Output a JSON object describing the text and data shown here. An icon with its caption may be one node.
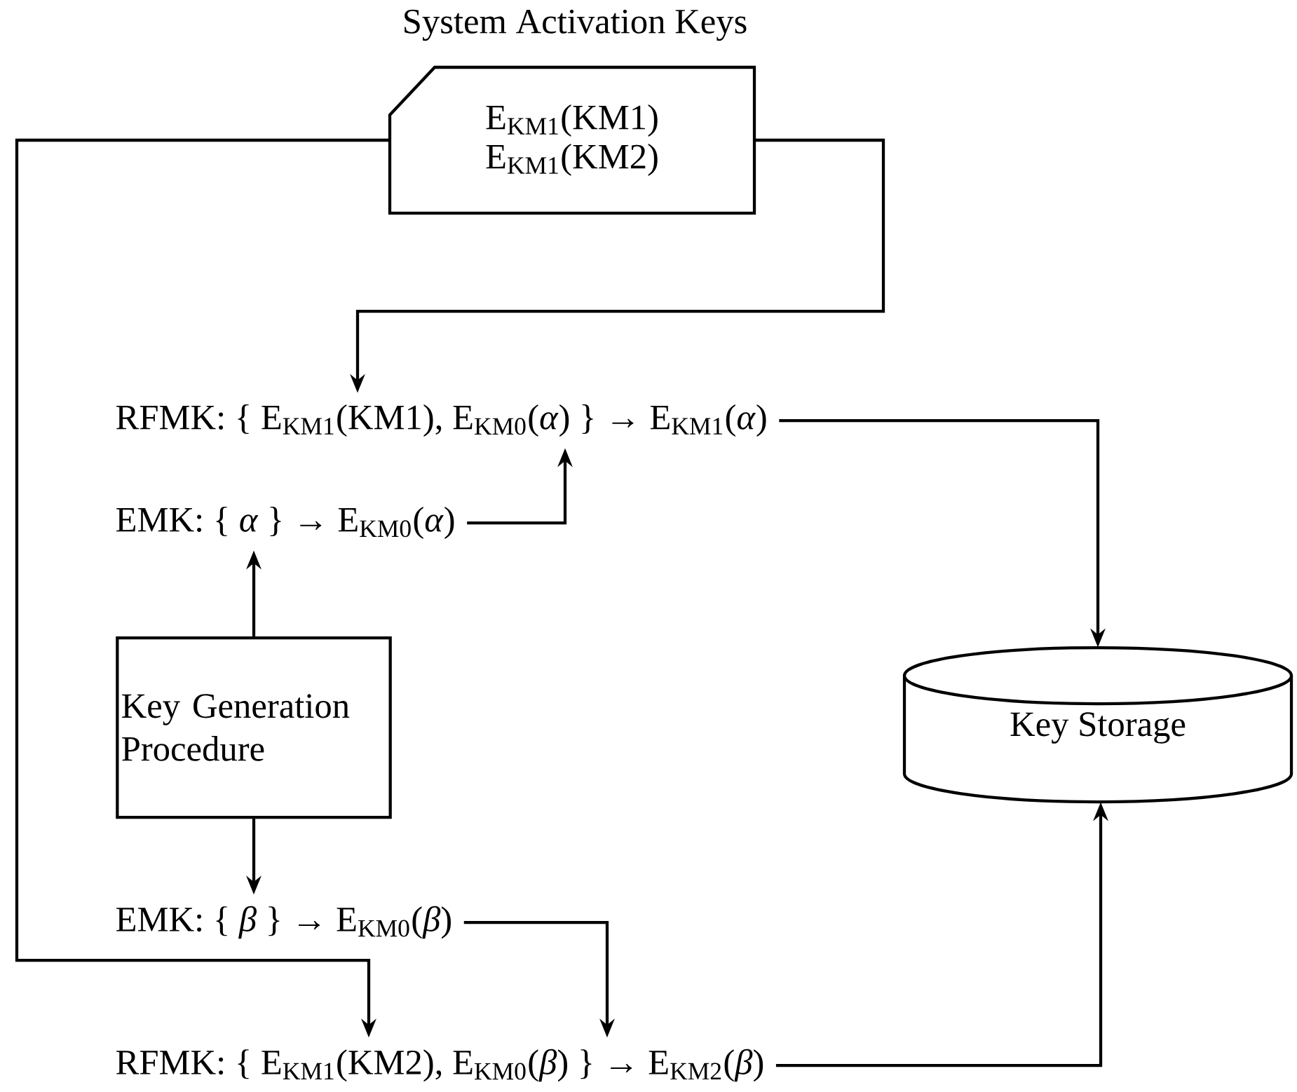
{
  "diagram": {
    "nodes": [
      {
        "text": [
          "System Activation Keys",
          "E$_{KM1}$(KM1)",
          "E$_{KM1}$(KM2)"
        ]
      },
      {
        "text": [
          "RFMK: { E$_{KM1}$(KM1), E$_{KM0}$(*α*) } → E$_{KM1}$(*α*)"
        ]
      },
      {
        "text": [
          "EMK: { *α* } → E$_{KM0}$(*α*)"
        ]
      },
      {
        "text": [
          "Key Generation Procedure"
        ]
      },
      {
        "text": [
          "Key Storage"
        ]
      },
      {
        "text": [
          "EMK: { *β* } → E$_{KM0}$(*β*)"
        ]
      },
      {
        "text": [
          "RFMK: { E$_{KM1}$(KM2), E$_{KM0}$(*β*) } → E$_{KM2}$(*β*)"
        ]
      }
    ],
    "edges": [
      {
        "from": 0,
        "to": 1,
        "arrow": "to"
      },
      {
        "from": 0,
        "to": 6,
        "arrow": "to"
      },
      {
        "from": 2,
        "to": 1,
        "arrow": "to"
      },
      {
        "from": 3,
        "to": 2,
        "arrow": "to"
      },
      {
        "from": 1,
        "to": 4,
        "arrow": "to"
      },
      {
        "from": 3,
        "to": 5,
        "arrow": "to"
      },
      {
        "from": 5,
        "to": 6,
        "arrow": "to"
      },
      {
        "from": 6,
        "to": 4,
        "arrow": "to"
      }
    ]
  }
}
